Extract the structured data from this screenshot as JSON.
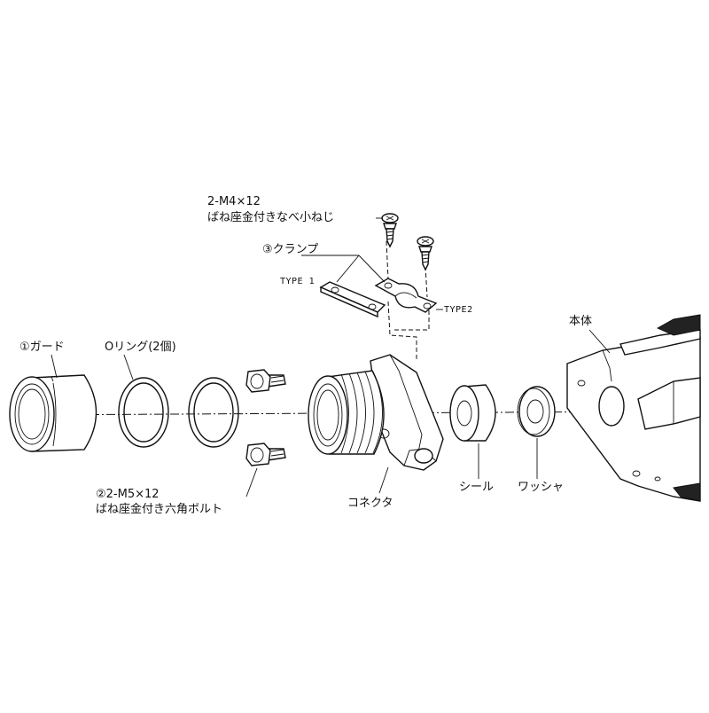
{
  "labels": {
    "guard": "①ガード",
    "oring": "Oリング(2個)",
    "screw_spec": "2-M4×12",
    "screw_name": "ばね座金付きなべ小ねじ",
    "clamp": "③クランプ",
    "type1": "TYPE 1",
    "type2": "TYPE2",
    "body": "本体",
    "bolt_spec": "②2-M5×12",
    "bolt_name": "ばね座金付き六角ボルト",
    "connector": "コネクタ",
    "seal": "シール",
    "washer": "ワッシャ"
  }
}
